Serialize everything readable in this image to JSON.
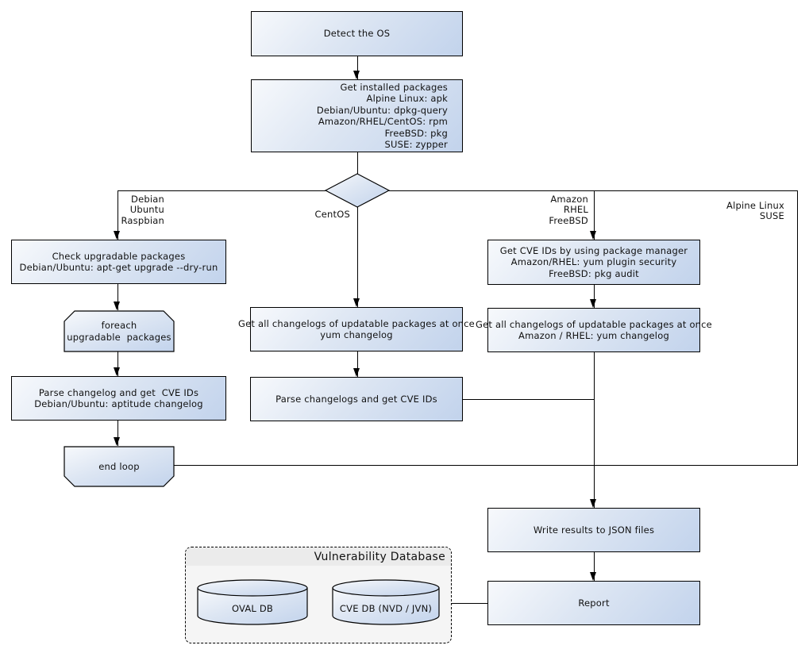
{
  "nodes": {
    "detect_os": {
      "label": "Detect the OS"
    },
    "get_installed_packages": {
      "label": "Get installed packages\nAlpine Linux: apk\nDebian/Ubuntu: dpkg-query\nAmazon/RHEL/CentOS: rpm\nFreeBSD: pkg\nSUSE: zypper"
    },
    "check_upgradable": {
      "label": "Check upgradable packages\nDebian/Ubuntu: apt-get upgrade --dry-run"
    },
    "foreach_loop": {
      "label": "foreach\nupgradable  packages"
    },
    "parse_changelog_debian": {
      "label": "Parse changelog and get  CVE IDs\nDebian/Ubuntu: aptitude changelog"
    },
    "end_loop": {
      "label": "end loop"
    },
    "get_changelogs_centos": {
      "label": "Get all changelogs of updatable packages at once\nyum changelog"
    },
    "parse_changelogs_centos": {
      "label": "Parse changelogs and get CVE IDs"
    },
    "get_cve_ids_pkg_manager": {
      "label": "Get CVE IDs by using package manager\nAmazon/RHEL: yum plugin security\nFreeBSD: pkg audit"
    },
    "get_changelogs_amazon": {
      "label": "Get all changelogs of updatable packages at once\nAmazon / RHEL: yum changelog"
    },
    "write_results": {
      "label": "Write results to JSON files"
    },
    "report": {
      "label": "Report"
    }
  },
  "branch_labels": {
    "debian": "Debian\nUbuntu\nRaspbian",
    "centos": "CentOS",
    "amazon": "Amazon\nRHEL\nFreeBSD",
    "alpine": "Alpine Linux\nSUSE"
  },
  "database": {
    "title": "Vulnerability Database",
    "oval_db": "OVAL DB",
    "cve_db": "CVE DB (NVD / JVN)"
  },
  "colors": {
    "node_gradient_start": "#f7f9fc",
    "node_gradient_end": "#c2d3ec",
    "line": "#000000",
    "container_fill": "#f5f5f5",
    "container_header": "#ebebeb"
  }
}
